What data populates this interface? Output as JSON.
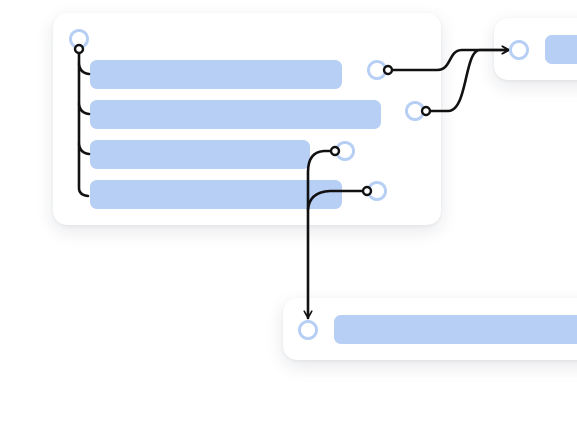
{
  "diagram": {
    "colors": {
      "bar": "#b7cff5",
      "ring": "#b7cff5",
      "wire": "#111111",
      "card": "#ffffff"
    },
    "main_card": {
      "rows": [
        {
          "name": "row-1"
        },
        {
          "name": "row-2"
        },
        {
          "name": "row-3"
        },
        {
          "name": "row-4"
        }
      ]
    },
    "right_card": {
      "rows": [
        {
          "name": "row-1"
        }
      ]
    },
    "bottom_card": {
      "rows": [
        {
          "name": "row-1"
        }
      ]
    },
    "connections": [
      {
        "from": "main-row-1",
        "to": "right-row-1"
      },
      {
        "from": "main-row-2",
        "to": "right-row-1"
      },
      {
        "from": "main-row-3",
        "to": "bottom-row-1"
      },
      {
        "from": "main-row-4",
        "to": "bottom-row-1"
      }
    ]
  }
}
